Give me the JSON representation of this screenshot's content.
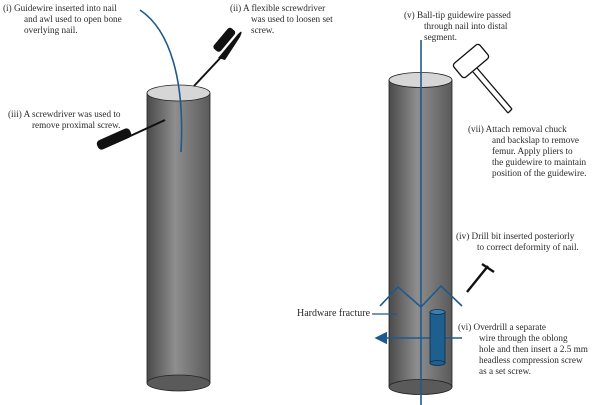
{
  "labels": {
    "step_i": [
      "(i)  Guidewire inserted into nail",
      "and awl used to open bone",
      "overlying nail."
    ],
    "step_ii": [
      "(ii)  A flexible screwdriver",
      "was used to loosen set",
      "screw."
    ],
    "step_iii": [
      "(iii)  A screwdriver was used to",
      "remove proximal screw."
    ],
    "step_v": [
      "(v)  Ball-tip guidewire passed",
      "through nail into distal",
      "segment."
    ],
    "step_vii": [
      "(vii)  Attach removal chuck",
      "and backslap to remove",
      "femur. Apply pliers to",
      "the guidewire to maintain",
      "position of the guidewire."
    ],
    "step_iv": [
      "(iv)  Drill bit inserted posteriorly",
      "to correct deformity of nail."
    ],
    "hardware_fracture": "Hardware fracture",
    "step_vi": [
      "(vi)  Overdrill a separate",
      "wire through the oblong",
      "hole and then insert a 2.5 mm",
      "headless compression screw",
      "as a set screw."
    ]
  },
  "colors": {
    "nail_dark": "#4a4a4a",
    "nail_light": "#8e8e8e",
    "guidewire": "#1f5a8c",
    "screw_blue": "#1d5f8e",
    "tool_black": "#111111"
  }
}
